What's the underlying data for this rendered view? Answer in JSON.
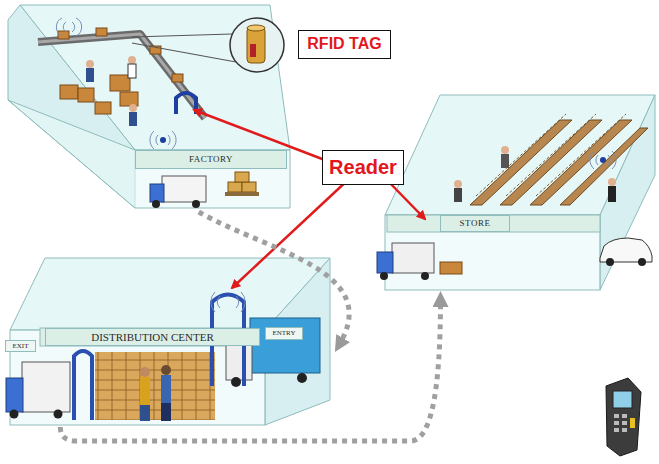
{
  "diagram": {
    "nodes": [
      {
        "text": [
          "FACTORY"
        ]
      },
      {
        "text": [
          "RFID TAG"
        ]
      },
      {
        "text": [
          "STORE"
        ]
      },
      {
        "text": [
          "Reader"
        ]
      },
      {
        "text": [
          "DISTRIBUTION CENTER",
          "EXIT",
          "ENTRY"
        ]
      }
    ],
    "edges": [
      {
        "from": 0,
        "to": 4,
        "arrow": "to"
      },
      {
        "from": 4,
        "to": 2,
        "arrow": "to"
      }
    ]
  }
}
